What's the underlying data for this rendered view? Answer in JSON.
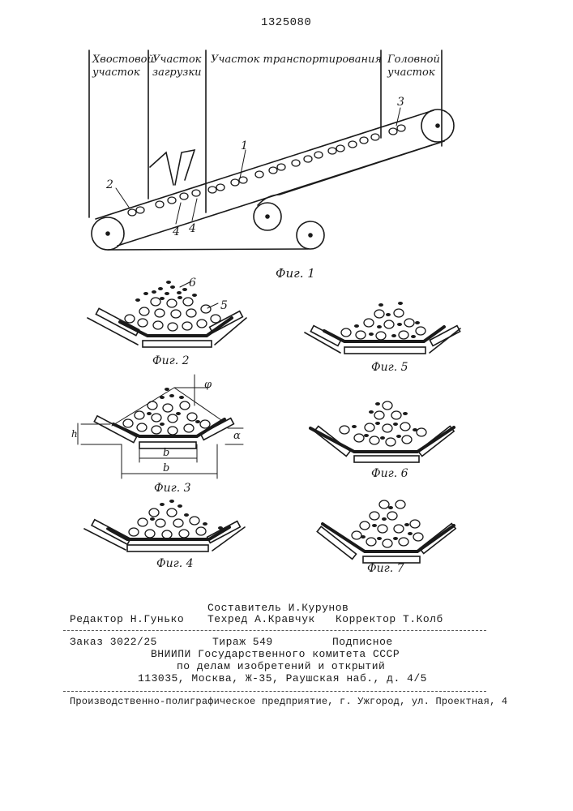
{
  "patent_number": "1325080",
  "fig1": {
    "zones": [
      "Хвостовой участок",
      "Участок загрузки",
      "Участок транспортирования",
      "Головной участок"
    ],
    "zone_lines": [
      "Хвостовой",
      "участок",
      "Участок",
      "загрузки",
      "Участок транспортирования",
      "Головной",
      "участок"
    ],
    "labels": [
      "1",
      "2",
      "3",
      "4",
      "4"
    ],
    "caption": "Фиг. 1"
  },
  "fig2": {
    "caption": "Фиг. 2",
    "labels": [
      "6",
      "5"
    ]
  },
  "fig3": {
    "caption": "Фиг. 3",
    "labels": [
      "φ",
      "h",
      "α",
      "b",
      "b"
    ]
  },
  "fig4": {
    "caption": "Фиг. 4"
  },
  "fig5": {
    "caption": "Фиг. 5"
  },
  "fig6": {
    "caption": "Фиг. 6"
  },
  "fig7": {
    "caption": "Фиг. 7"
  },
  "colophon": {
    "compiler": "Составитель И.Курунов",
    "editor": "Редактор Н.Гунько",
    "techred": "Техред А.Кравчук",
    "corrector": "Корректор Т.Колб",
    "order": "Заказ 3022/25",
    "circulation": "Тираж 549",
    "subscription": "Подписное",
    "institute": "ВНИИПИ Государственного комитета СССР",
    "affairs": "по делам изобретений и открытий",
    "address": "113035, Москва, Ж-35, Раушская наб., д. 4/5",
    "printer": "Производственно-полиграфическое предприятие, г. Ужгород, ул. Проектная, 4"
  }
}
